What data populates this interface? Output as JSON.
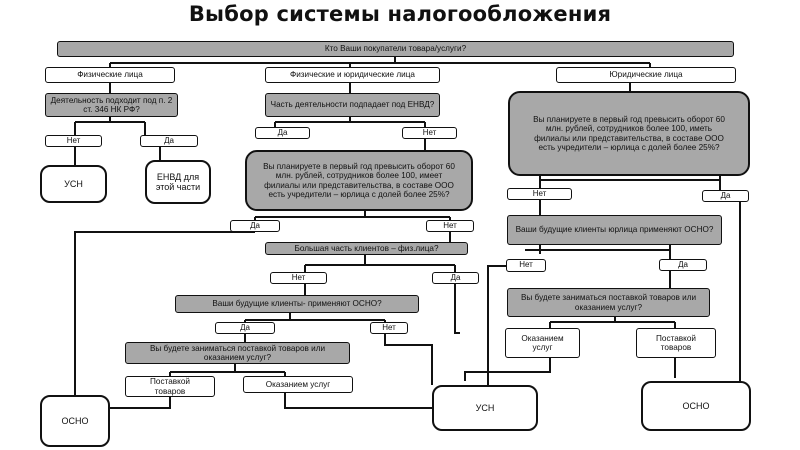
{
  "title": "Выбор системы налогообложения",
  "nodes": {
    "root": "Кто Ваши покупатели товара/услуги?",
    "phys": "Физические лица",
    "both": "Физические и юридические лица",
    "legal": "Юридические лица",
    "q_envd_fit": "Деятельность подходит под п. 2 ст. 346 НК РФ?",
    "q_part_envd": "Часть деятельности подпадает под ЕНВД?",
    "q_plan_legal": "Вы планируете в первый год превысить оборот 60 млн. рублей, сотрудников более 100, иметь филиалы или представительства, в составе ООО есть учредители – юрлица с долей более 25%?",
    "no_1": "Нет",
    "yes_1": "Да",
    "usn_1": "УСН",
    "envd": "ЕНВД для этой части",
    "yes_2": "Да",
    "no_2": "Нет",
    "q_plan_mid": "Вы планируете в первый год превысить оборот 60 млн. рублей, сотрудников более 100, имеет филиалы или представительства, в составе ООО есть учредители – юрлица с долей более 25%?",
    "no_3": "Нет",
    "yes_3": "Да",
    "q_clients_osno_r": "Ваши будущие клиенты юрлица применяют ОСНО?",
    "yes_4": "Да",
    "no_4": "Нет",
    "q_most_phys": "Большая часть клиентов – физ.лица?",
    "no_5": "Нет",
    "yes_5": "Да",
    "no_6": "Нет",
    "yes_6": "Да",
    "q_clients_osno": "Ваши будущие клиенты- применяют ОСНО?",
    "yes_7": "Да",
    "no_7": "Нет",
    "q_goods_services_r": "Вы будете заниматься поставкой товаров или оказанием услуг?",
    "q_goods_services": "Вы будете заниматься поставкой товаров или оказанием услуг?",
    "services_r": "Оказанием услуг",
    "goods_r": "Поставкой товаров",
    "goods": "Поставкой товаров",
    "services": "Оказанием услуг",
    "osno_left": "ОСНО",
    "usn_mid": "УСН",
    "osno_right": "ОСНО"
  }
}
